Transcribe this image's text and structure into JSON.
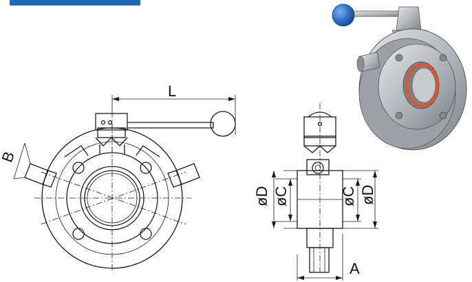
{
  "header": {
    "bar_color": "#1f69b6"
  },
  "dimensions": {
    "length": "L",
    "port_size": "B",
    "outer_diameter": "D",
    "inner_diameter": "C",
    "width": "A",
    "outer_diameter_left": "D",
    "inner_diameter_left": "C",
    "diameter_symbol": "ø"
  },
  "icons": {
    "handle_ball": "ball-handle-icon",
    "valve_3d": "butterfly-valve-3d-icon"
  },
  "colors": {
    "line": "#1a1a1a",
    "handle_blue": "#2a6fc7",
    "steel": "#b8bcc0",
    "seal_orange": "#e0542a"
  }
}
